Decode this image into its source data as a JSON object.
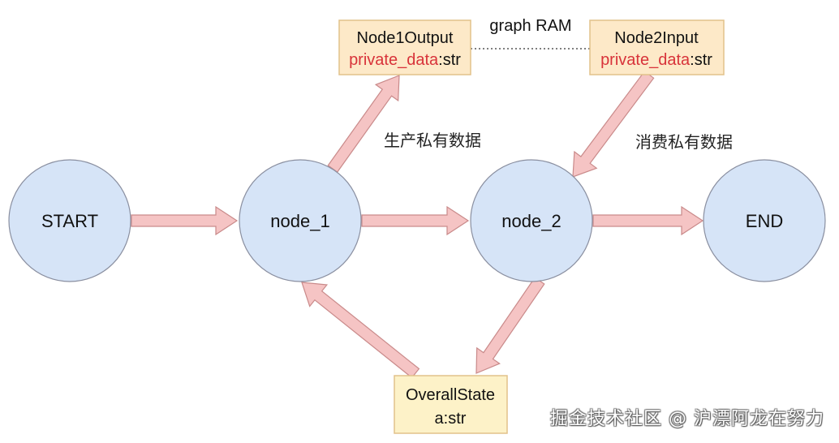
{
  "diagram": {
    "colors": {
      "node_fill": "#d6e4f7",
      "node_stroke": "#8a8fa0",
      "box_fill": "#fde9c8",
      "box_fill_bottom": "#fdf2c8",
      "box_stroke": "#e2c28a",
      "arrow_fill": "#f5c4c4",
      "arrow_stroke": "#c98a8a",
      "field_red": "#d8333a"
    },
    "nodes": [
      {
        "id": "start",
        "label": "START"
      },
      {
        "id": "node_1",
        "label": "node_1"
      },
      {
        "id": "node_2",
        "label": "node_2"
      },
      {
        "id": "end",
        "label": "END"
      }
    ],
    "boxes": {
      "node1_output": {
        "title": "Node1Output",
        "field_name": "private_data",
        "field_type": ":str"
      },
      "node2_input": {
        "title": "Node2Input",
        "field_name": "private_data",
        "field_type": ":str"
      },
      "overall_state": {
        "title": "OverallState",
        "field": "a:str"
      }
    },
    "labels": {
      "graph_ram": "graph RAM",
      "produce": "生产私有数据",
      "consume": "消费私有数据"
    },
    "edges": [
      {
        "from": "start",
        "to": "node_1"
      },
      {
        "from": "node_1",
        "to": "node_2"
      },
      {
        "from": "node_2",
        "to": "end"
      },
      {
        "from": "node_1",
        "to": "node1_output"
      },
      {
        "from": "node2_input",
        "to": "node_2"
      },
      {
        "from": "node_2",
        "to": "overall_state"
      },
      {
        "from": "overall_state",
        "to": "node_1"
      }
    ]
  },
  "watermark": "掘金技术社区 @ 沪漂阿龙在努力"
}
